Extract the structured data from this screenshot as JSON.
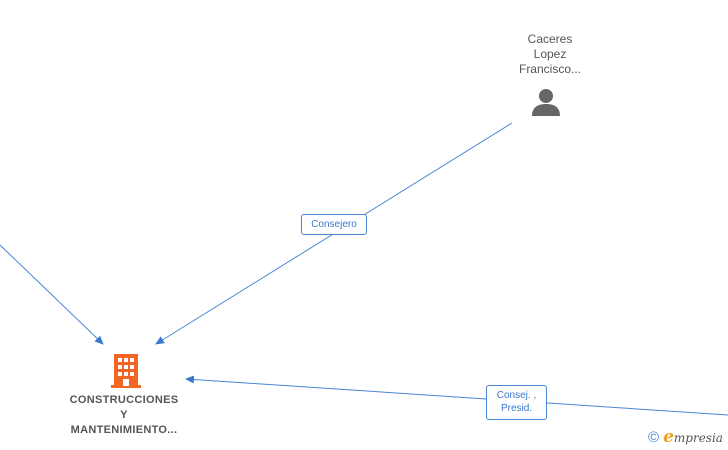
{
  "nodes": {
    "person": {
      "name_lines": [
        "Caceres",
        "Lopez",
        "Francisco..."
      ],
      "icon": "person-icon",
      "color": "#666666"
    },
    "company": {
      "name_lines": [
        "CONSTRUCCIONES",
        "Y",
        "MANTENIMIENTO..."
      ],
      "icon": "building-icon",
      "color": "#f26522"
    }
  },
  "edges": [
    {
      "label_lines": [
        "Consejero"
      ],
      "from": "person",
      "to": "company"
    },
    {
      "label_lines": [
        "Consej. ,",
        "Presid."
      ],
      "from": "offscreen-right",
      "to": "company"
    },
    {
      "label_lines": [],
      "from": "offscreen-left",
      "to": "company"
    }
  ],
  "colors": {
    "edge": "#3a78cc",
    "label_text": "#555555"
  },
  "brand": {
    "copyright": "©",
    "initial": "e",
    "rest": "mpresia"
  }
}
